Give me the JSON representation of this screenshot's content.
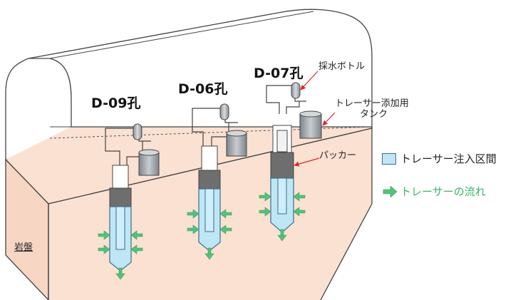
{
  "boreholes": [
    {
      "id": "d09",
      "label": "D-09孔"
    },
    {
      "id": "d06",
      "label": "D-06孔"
    },
    {
      "id": "d07",
      "label": "D-07孔"
    }
  ],
  "callouts": {
    "sampling_bottle": "採水ボトル",
    "tracer_tank_line1": "トレーサー添加用",
    "tracer_tank_line2": "タンク",
    "packer": "パッカー"
  },
  "legend": {
    "injection_section": "トレーサー注入区間",
    "tracer_flow": "トレーサーの流れ"
  },
  "rock_label": "岩盤",
  "colors": {
    "rock": "#fbe1d2",
    "tunnel_outline": "#444444",
    "injection_blue": "#bfe6f5",
    "packer_gray": "#6e6e6e",
    "flow_green": "#52c27a",
    "tank_gray": "#9aa0a6",
    "callout_red": "#e0242b",
    "legend_text_green": "#3cb464"
  }
}
